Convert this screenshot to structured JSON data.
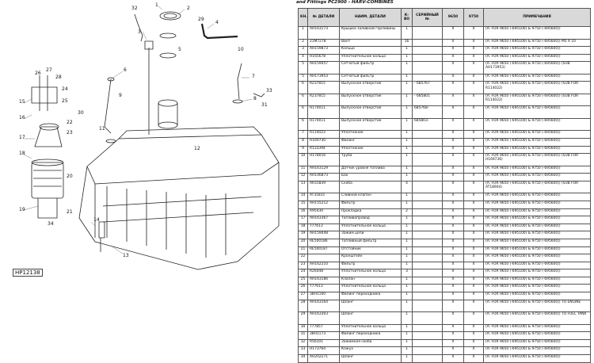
{
  "figure": {
    "ref": "HP12138"
  },
  "callouts": [
    "1",
    "2",
    "3",
    "4",
    "5",
    "6",
    "7",
    "8",
    "9",
    "10",
    "11",
    "12",
    "13",
    "14",
    "15",
    "16",
    "17",
    "18",
    "19",
    "20",
    "21",
    "22",
    "23",
    "24",
    "25",
    "26",
    "27",
    "28",
    "29",
    "30",
    "31",
    "32",
    "33",
    "34"
  ],
  "catalog": {
    "title": "and Fittings PC2900 - HARV-COMBINES",
    "headers": [
      "КН.",
      "№ ДЕТАЛИ",
      "НАИМ. ДЕТАЛИ",
      "К-ВО",
      "СЕРИЙНЫЙ №",
      "9650",
      "9750",
      "ПРИМЕЧАНИЯ"
    ],
    "rows": [
      {
        "n": "1",
        "part": "AH163173",
        "name": "Крышка заливной горловины",
        "qty": "1",
        "serial": "",
        "a": "X",
        "b": "X",
        "note": "(A: FOR 9650 (-695100) & 9750 (-695600))"
      },
      {
        "n": "2",
        "part": "21M7278",
        "name": "Винт",
        "qty": "16",
        "serial": "",
        "a": "X",
        "b": "X",
        "note": "(A: FOR 9650 (-695100) & 9750 (-695600)) M5 X 10"
      },
      {
        "n": "3",
        "part": "AH159873",
        "name": "Кольцо",
        "qty": "1",
        "serial": "",
        "a": "X",
        "b": "X",
        "note": "(A: FOR 9650 (-695100) & 9750 (-695600))"
      },
      {
        "n": "4",
        "part": "H165678",
        "name": "Уплотнительное кольцо",
        "qty": "1",
        "serial": "",
        "a": "X",
        "b": "X",
        "note": "(A: FOR 9650 (-695100) & 9750 (-695600))"
      },
      {
        "n": "5",
        "part": "AH159457",
        "name": "Сетчатый фильтр",
        "qty": "1",
        "serial": "",
        "a": "X",
        "b": "X",
        "note": "(A: FOR 9650 (-695100) & 9750 (-695600)) (SUB AH173953)"
      },
      {
        "n": "5",
        "part": "AH173953",
        "name": "Сетчатый фильтр",
        "qty": "1",
        "serial": "",
        "a": "X",
        "b": "X",
        "note": "(A: FOR 9650 (-695100) & 9750 (-695600))"
      },
      {
        "n": "6",
        "part": "R237815",
        "name": "Выпускное отверстие",
        "qty": "1",
        "serial": "- 685767",
        "a": "X",
        "b": "X",
        "note": "(A: FOR 9650 (-695100) & 9750 (-695600)) (SUB FOR R114022)"
      },
      {
        "n": "6",
        "part": "R237815",
        "name": "Выпускное отверстие",
        "qty": "1",
        "serial": "- 685801",
        "a": "X",
        "b": "X",
        "note": "(A: FOR 9650 (-695100) & 9750 (-695600)) (SUB FOR R114022)"
      },
      {
        "n": "6",
        "part": "H174011",
        "name": "Выпускное отверстие",
        "qty": "1",
        "serial": "685768-",
        "a": "X",
        "b": "X",
        "note": "(A: FOR 9650 (-695100) & 9750 (-695600))"
      },
      {
        "n": "6",
        "part": "H174011",
        "name": "Выпускное отверстие",
        "qty": "1",
        "serial": "685803-",
        "a": "X",
        "b": "X",
        "note": "(A: FOR 9650 (-695100) & 9750 (-695600))"
      },
      {
        "n": "7",
        "part": "R114023",
        "name": "Уплотнение",
        "qty": "1",
        "serial": "",
        "a": "X",
        "b": "X",
        "note": "(A: FOR 9650 (-695100) & 9750 (-695600))"
      },
      {
        "n": "8",
        "part": "H169730",
        "name": "Филинг",
        "qty": "1",
        "serial": "",
        "a": "X",
        "b": "X",
        "note": "(A: FOR 9650 (-695100) & 9750 (-695600))"
      },
      {
        "n": "9",
        "part": "R133394",
        "name": "Уплотнение",
        "qty": "1",
        "serial": "",
        "a": "X",
        "b": "X",
        "note": "(A: FOR 9650 (-695100) & 9750 (-695600))"
      },
      {
        "n": "10",
        "part": "H178016",
        "name": "Труба",
        "qty": "1",
        "serial": "",
        "a": "X",
        "b": "X",
        "note": "(A: FOR 9650 (-695100) & 9750 (-695600)) (SUB FOR H169736)"
      },
      {
        "n": "11",
        "part": "AH163129",
        "name": "Датчик уровня топлива",
        "qty": "1",
        "serial": "",
        "a": "X",
        "b": "X",
        "note": "(A: FOR 9650 (-695100) & 9750 (-695600))"
      },
      {
        "n": "12",
        "part": "AH146873",
        "name": "Бак",
        "qty": "1",
        "serial": "",
        "a": "X",
        "b": "X",
        "note": "(A: FOR 9650 (-695100) & 9750 (-695600))"
      },
      {
        "n": "13",
        "part": "AR31839",
        "name": "Скоба",
        "qty": "4",
        "serial": "",
        "a": "X",
        "b": "X",
        "note": "(A: FOR 9650 (-695100) & 9750 (-695600)) (SUB FOR AT18904)"
      },
      {
        "n": "14",
        "part": "AT31831",
        "name": "Сливной клапан",
        "qty": "1",
        "serial": "",
        "a": "X",
        "b": "X",
        "note": "(A: FOR 9650 (-695100) & 9750 (-695600))"
      },
      {
        "n": "15",
        "part": "AH155212",
        "name": "Фильтр",
        "qty": "1",
        "serial": "",
        "a": "X",
        "b": "X",
        "note": "(A: FOR 9650 (-695100) & 9750 (-695600))"
      },
      {
        "n": "16",
        "part": "R95430",
        "name": "Прокладка",
        "qty": "2",
        "serial": "",
        "a": "X",
        "b": "X",
        "note": "(A: FOR 9650 (-695100) & 9750 (-695600))"
      },
      {
        "n": "17",
        "part": "AH163367",
        "name": "Топливопровод",
        "qty": "1",
        "serial": "",
        "a": "X",
        "b": "X",
        "note": "(A: FOR 9650 (-695100) & 9750 (-695600))"
      },
      {
        "n": "18",
        "part": "T77613",
        "name": "Уплотнительное кольцо",
        "qty": "1",
        "serial": "",
        "a": "X",
        "b": "X",
        "note": "(A: FOR 9650 (-695100) & 9750 (-695600))"
      },
      {
        "n": "19",
        "part": "AH159448",
        "name": "Зажим цепи",
        "qty": "1",
        "serial": "",
        "a": "X",
        "b": "X",
        "note": "(A: FOR 9650 (-695100) & 9750 (-695600))"
      },
      {
        "n": "20",
        "part": "RE500186",
        "name": "Топливный фильтр",
        "qty": "1",
        "serial": "",
        "a": "X",
        "b": "X",
        "note": "(A: FOR 9650 (-695100) & 9750 (-695600))"
      },
      {
        "n": "21",
        "part": "RE500187",
        "name": "Отстойник",
        "qty": "1",
        "serial": "",
        "a": "X",
        "b": "X",
        "note": "(A: FOR 9650 (-695100) & 9750 (-695600))"
      },
      {
        "n": "22",
        "part": "",
        "name": "Кронштейн",
        "qty": "1",
        "serial": "",
        "a": "X",
        "b": "X",
        "note": "(A: FOR 9650 (-695100) & 9750 (-695600))"
      },
      {
        "n": "23",
        "part": "AH162210",
        "name": "Фильтр",
        "qty": "1",
        "serial": "",
        "a": "X",
        "b": "X",
        "note": "(A: FOR 9650 (-695100) & 9750 (-695600))"
      },
      {
        "n": "24",
        "part": "R26448",
        "name": "Уплотнительное кольцо",
        "qty": "3",
        "serial": "",
        "a": "X",
        "b": "X",
        "note": "(A: FOR 9650 (-695100) & 9750 (-695600))"
      },
      {
        "n": "25",
        "part": "AH163186",
        "name": "Клапан",
        "qty": "1",
        "serial": "",
        "a": "X",
        "b": "X",
        "note": "(A: FOR 9650 (-695100) & 9750 (-695600))"
      },
      {
        "n": "26",
        "part": "T77613",
        "name": "Уплотнительное кольцо",
        "qty": "1",
        "serial": "",
        "a": "X",
        "b": "X",
        "note": "(A: FOR 9650 (-695100) & 9750 (-695600))"
      },
      {
        "n": "27",
        "part": "38H1160",
        "name": "Филинг переходника",
        "qty": "1",
        "serial": "",
        "a": "X",
        "b": "X",
        "note": "(A: FOR 9650 (-695100) & 9750 (-695600))"
      },
      {
        "n": "28",
        "part": "AH163164",
        "name": "Шланг",
        "qty": "1",
        "serial": "",
        "a": "X",
        "b": "X",
        "note": "(A: FOR 9650 (-695100) & 9750 (-695600)) TO ENGINE"
      },
      {
        "n": "29",
        "part": "AH163303",
        "name": "Шланг",
        "qty": "1",
        "serial": "",
        "a": "X",
        "b": "X",
        "note": "(A: FOR 9650 (-695100) & 9750 (-695600)) TO FUEL TANK"
      },
      {
        "n": "30",
        "part": "T77857",
        "name": "Уплотнительное кольцо",
        "qty": "1",
        "serial": "",
        "a": "X",
        "b": "X",
        "note": "(A: FOR 9650 (-695100) & 9750 (-695600))"
      },
      {
        "n": "31",
        "part": "38H1173",
        "name": "Филинг переходника",
        "qty": "1",
        "serial": "",
        "a": "X",
        "b": "X",
        "note": "(A: FOR 9650 (-695100) & 9750 (-695600))"
      },
      {
        "n": "32",
        "part": "R56101",
        "name": "Зажимная скоба",
        "qty": "1",
        "serial": "",
        "a": "X",
        "b": "X",
        "note": "(A: FOR 9650 (-695100) & 9750 (-695600))"
      },
      {
        "n": "33",
        "part": "H173764",
        "name": "Кожух",
        "qty": "1",
        "serial": "",
        "a": "X",
        "b": "X",
        "note": "(A: FOR 9650 (-695100) & 9750 (-695600))"
      },
      {
        "n": "34",
        "part": "AH202271",
        "name": "Шланг",
        "qty": "1",
        "serial": "",
        "a": "X",
        "b": "X",
        "note": "(A: FOR 9650 (-695100) & 9750 (-695600))"
      }
    ]
  }
}
